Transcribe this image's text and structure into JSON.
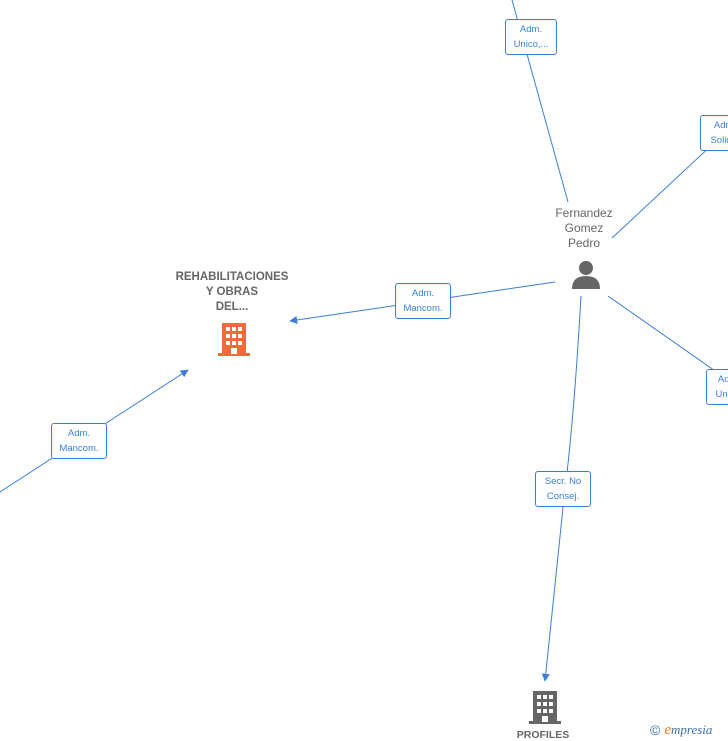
{
  "nodes": {
    "company_main": {
      "name": "REHABILITACIONES\nY OBRAS\nDEL...",
      "color": "#f26b3a"
    },
    "company_profiles": {
      "name": "PROFILES",
      "color": "#666666"
    },
    "person": {
      "name": "Fernandez\nGomez\nPedro",
      "color": "#666666"
    }
  },
  "edges": [
    {
      "label": "Adm.\nUnico,..."
    },
    {
      "label": "Adm.\nSolid..."
    },
    {
      "label": "Adm.\nMancom."
    },
    {
      "label": "Adm.\nUnic..."
    },
    {
      "label": "Secr.  No\nConsej."
    },
    {
      "label": "Adm.\nMancom."
    }
  ],
  "colors": {
    "edge": "#3a7fd5",
    "company_main": "#f26b3a",
    "company_other": "#666666",
    "person": "#666666"
  },
  "icons": {
    "company": "building-icon",
    "person": "person-icon"
  },
  "watermark": {
    "copyright": "©",
    "brand_initial": "e",
    "brand_rest": "mpresia"
  }
}
